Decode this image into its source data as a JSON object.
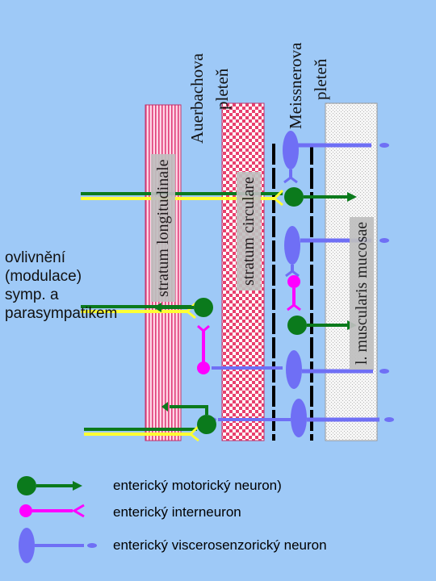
{
  "layers": {
    "longitudinale": "stratum longitudinale",
    "circulare": "stratum circulare",
    "mucosae": "l. muscularis mucosae"
  },
  "plexus": {
    "auerbach_line1": "Auerbachova",
    "auerbach_line2": "pleteň",
    "meissner_line1": "Meissnerova",
    "meissner_line2": "pleteň"
  },
  "modulation_text": "ovlivnění (modulace) symp. a parasympatikem",
  "legend": {
    "motor": "enterický motorický neuron)",
    "interneuron": "enterický interneuron",
    "viscerosensory": "enterický viscerosenzorický neuron"
  },
  "colors": {
    "background": "#9ec9f7",
    "motor_neuron": "#0b7a1c",
    "interneuron": "#ff00ff",
    "viscerosensory": "#6f6ff5",
    "autonomic_fiber": "#ffff33"
  }
}
